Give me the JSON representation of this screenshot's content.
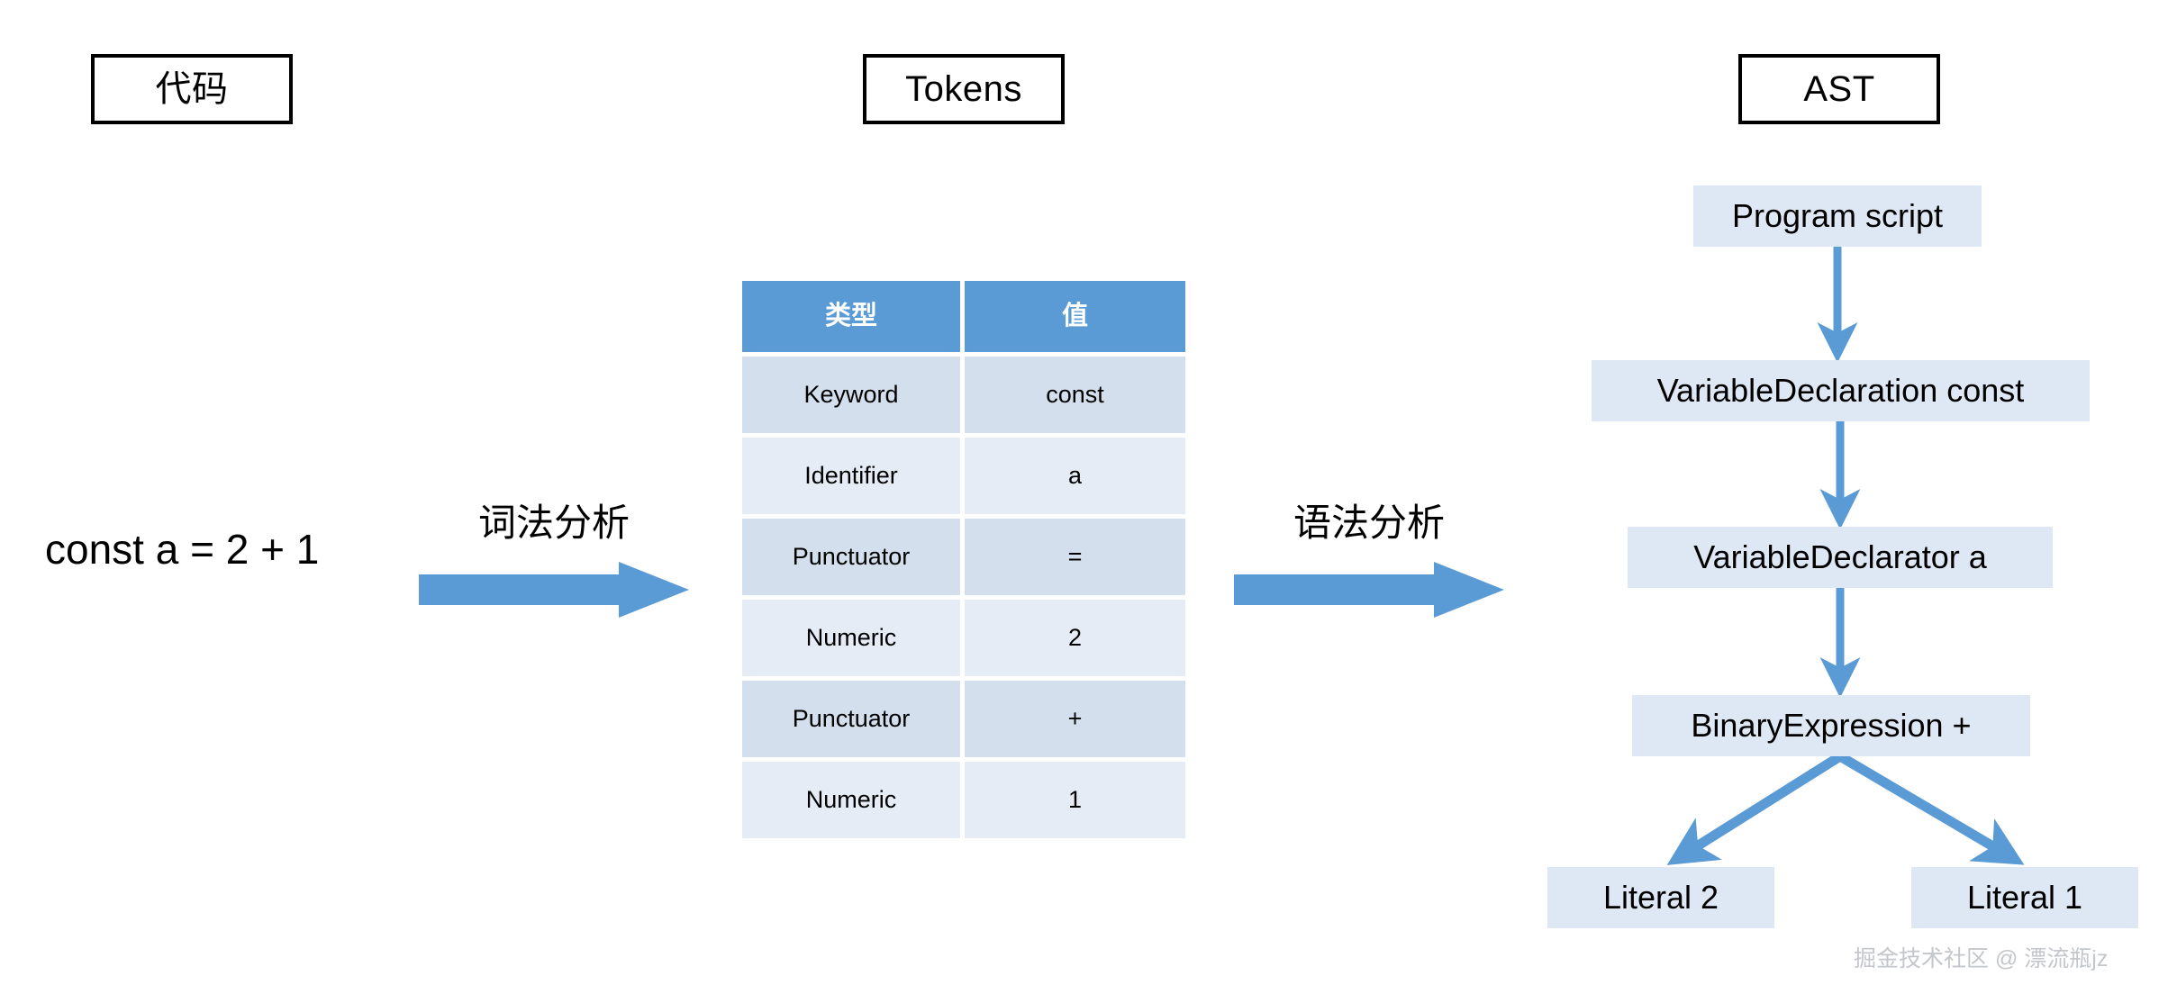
{
  "headers": {
    "code": "代码",
    "tokens": "Tokens",
    "ast": "AST"
  },
  "source": {
    "code_text": "const a = 2 + 1"
  },
  "stages": [
    {
      "label": "词法分析",
      "arrow_icon": "right-arrow-icon"
    },
    {
      "label": "语法分析",
      "arrow_icon": "right-arrow-icon"
    }
  ],
  "tokens_table": {
    "columns": [
      "类型",
      "值"
    ],
    "rows": [
      {
        "type": "Keyword",
        "value": "const"
      },
      {
        "type": "Identifier",
        "value": "a"
      },
      {
        "type": "Punctuator",
        "value": "="
      },
      {
        "type": "Numeric",
        "value": "2"
      },
      {
        "type": "Punctuator",
        "value": "+"
      },
      {
        "type": "Numeric",
        "value": "1"
      }
    ]
  },
  "ast_tree": {
    "nodes": [
      {
        "id": "program",
        "label": "Program script"
      },
      {
        "id": "vardecl",
        "label": "VariableDeclaration const"
      },
      {
        "id": "vardeclr",
        "label": "VariableDeclarator a"
      },
      {
        "id": "binexp",
        "label": "BinaryExpression +"
      },
      {
        "id": "lit2",
        "label": "Literal 2"
      },
      {
        "id": "lit1",
        "label": "Literal 1"
      }
    ],
    "edges": [
      {
        "from": "program",
        "to": "vardecl"
      },
      {
        "from": "vardecl",
        "to": "vardeclr"
      },
      {
        "from": "vardeclr",
        "to": "binexp"
      },
      {
        "from": "binexp",
        "to": "lit2"
      },
      {
        "from": "binexp",
        "to": "lit1"
      }
    ]
  },
  "watermark": {
    "text": "掘金技术社区 @ 漂流瓶jz"
  },
  "colors": {
    "accent_blue": "#5B9BD5",
    "node_fill": "#DEE8F4",
    "row_odd": "#D3DFEC",
    "row_even": "#E6ECF5",
    "outline": "#000000",
    "watermark_gray": "#C3C6CB"
  }
}
